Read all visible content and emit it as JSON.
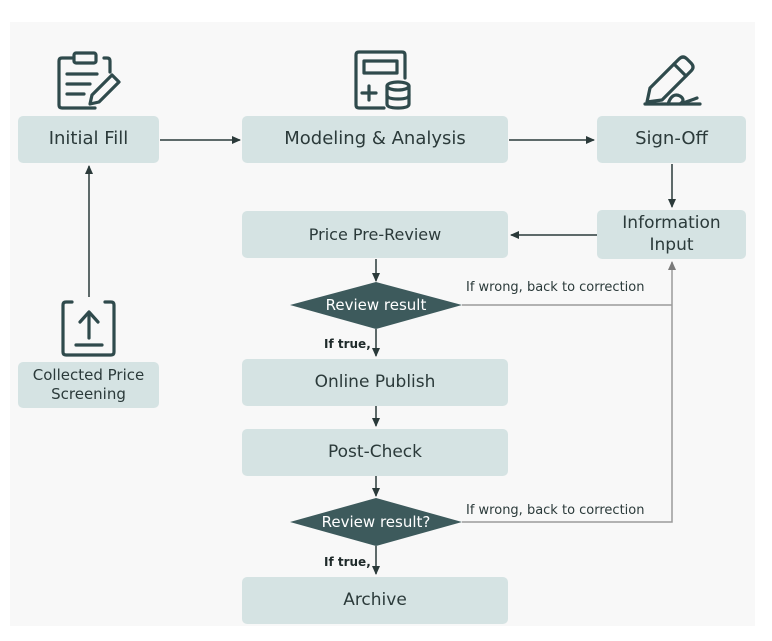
{
  "nodes": {
    "initial_fill": "Initial Fill",
    "modeling": "Modeling & Analysis",
    "sign_off": "Sign-Off",
    "information_input": "Information\nInput",
    "price_pre_review": "Price Pre-Review",
    "review_result_1": "Review result",
    "online_publish": "Online Publish",
    "post_check": "Post-Check",
    "review_result_2": "Review result?",
    "archive": "Archive",
    "collected_price": "Collected Price\nScreening"
  },
  "edge_labels": {
    "wrong_1": "If wrong, back to correction",
    "wrong_2": "If wrong, back to correction",
    "true_1": "If true,",
    "true_2": "If true,"
  },
  "icons": {
    "initial_fill": "clipboard-pencil-icon",
    "modeling": "calculator-database-icon",
    "sign_off": "pen-signature-icon",
    "collected_price": "upload-icon"
  },
  "colors": {
    "node_fill": "#d5e3e3",
    "diamond_fill": "#3d5a5c",
    "icon": "#2f4a4c",
    "arrow": "#2b3a3a",
    "feedback_line": "#9a9a9a"
  }
}
